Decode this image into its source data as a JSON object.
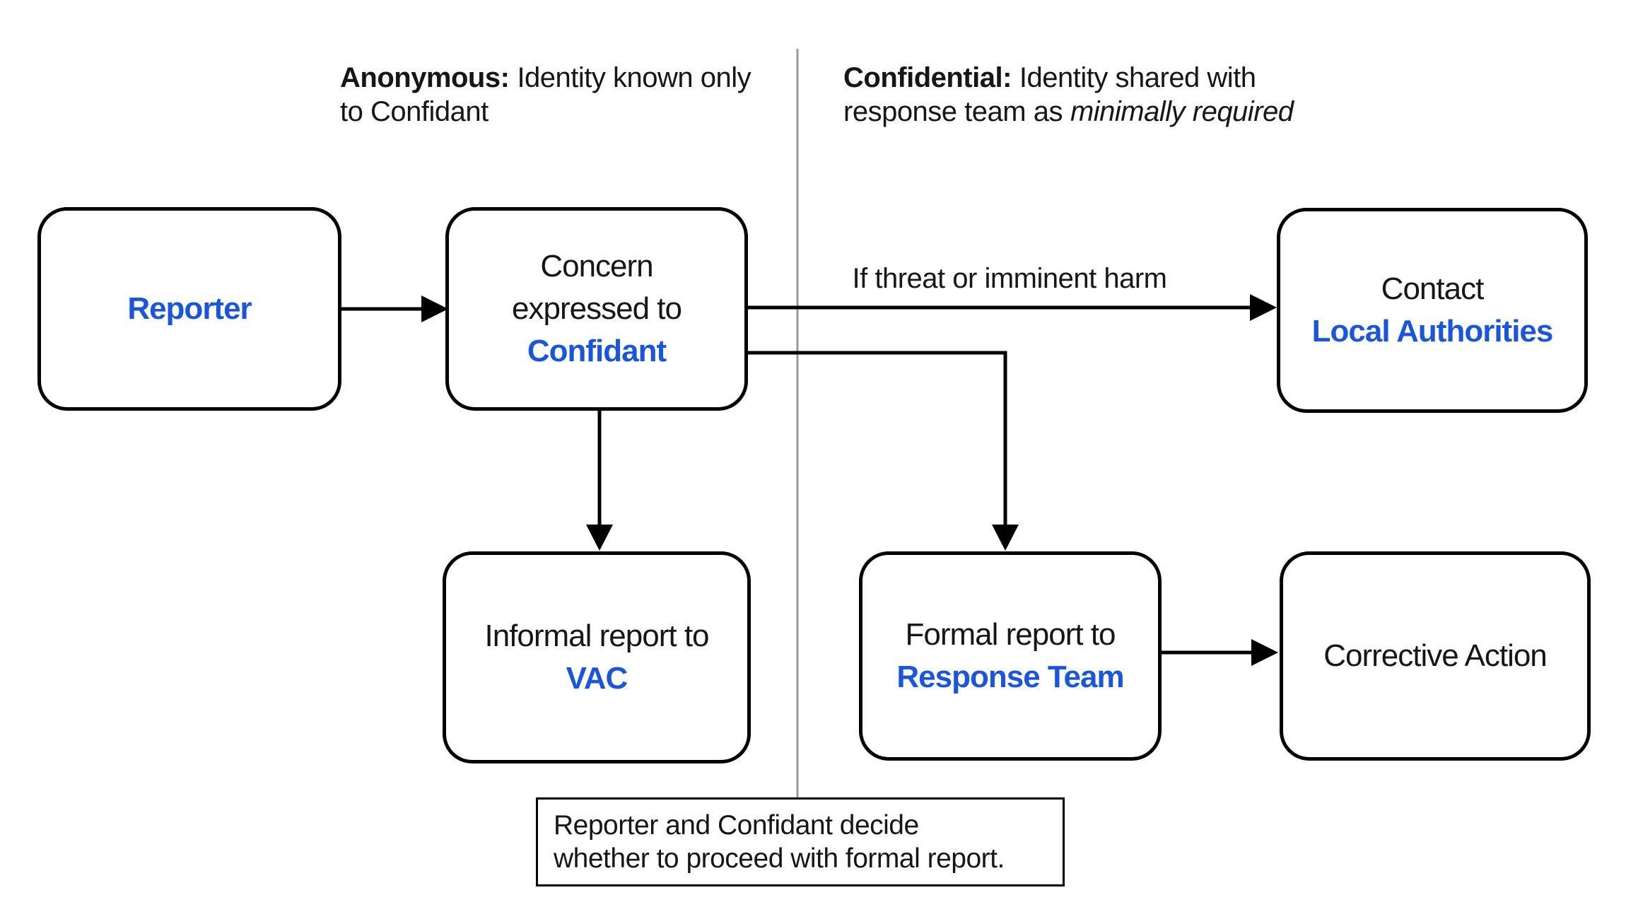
{
  "diagram": {
    "headers": {
      "anonymous": {
        "bold": "Anonymous:",
        "line1_rest": "Identity known only",
        "line2": "to Confidant"
      },
      "confidential": {
        "bold": "Confidential:",
        "line1_rest": "Identity shared with",
        "line2_rest": "response team as",
        "line2_italic": "minimally required"
      }
    },
    "nodes": {
      "reporter": {
        "label": "Reporter"
      },
      "concern": {
        "line1": "Concern",
        "line2": "expressed to",
        "accent": "Confidant"
      },
      "contact": {
        "line1": "Contact",
        "accent": "Local Authorities"
      },
      "informal": {
        "line1": "Informal report to",
        "accent": "VAC"
      },
      "formal": {
        "line1": "Formal report to",
        "accent": "Response Team"
      },
      "corrective": {
        "label": "Corrective Action"
      }
    },
    "edge_labels": {
      "threat": "If threat or imminent harm"
    },
    "note": {
      "line1": "Reporter and Confidant decide",
      "line2": "whether to proceed with formal report."
    },
    "colors": {
      "accent_blue": "#1a56db",
      "line_black": "#000000",
      "divider_gray": "#999999"
    }
  }
}
